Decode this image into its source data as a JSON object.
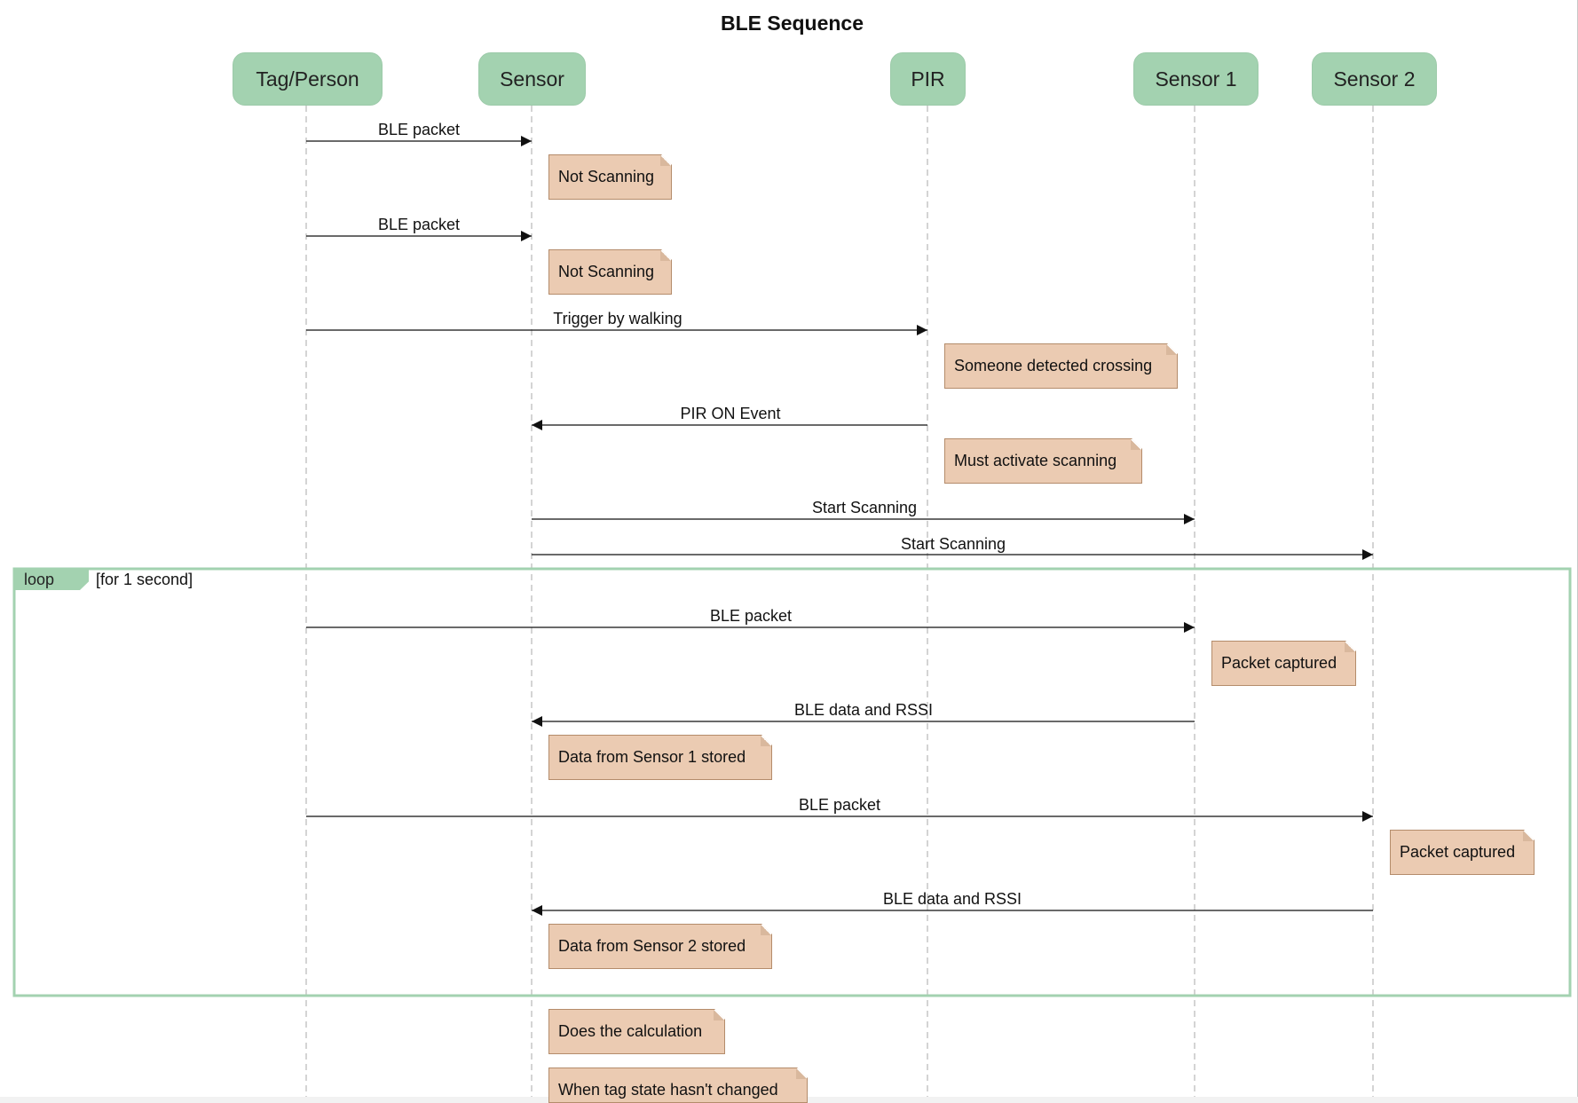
{
  "diagram": {
    "title": "BLE Sequence",
    "participants": [
      {
        "id": "tag",
        "label": "Tag/Person"
      },
      {
        "id": "sensor",
        "label": "Sensor"
      },
      {
        "id": "pir",
        "label": "PIR"
      },
      {
        "id": "sensor1",
        "label": "Sensor 1"
      },
      {
        "id": "sensor2",
        "label": "Sensor 2"
      }
    ],
    "messages": [
      {
        "label": "BLE packet",
        "from": "tag",
        "to": "sensor"
      },
      {
        "label": "BLE packet",
        "from": "tag",
        "to": "sensor"
      },
      {
        "label": "Trigger by walking",
        "from": "tag",
        "to": "pir"
      },
      {
        "label": "PIR ON Event",
        "from": "pir",
        "to": "sensor"
      },
      {
        "label": "Start Scanning",
        "from": "sensor",
        "to": "sensor1"
      },
      {
        "label": "Start Scanning",
        "from": "sensor",
        "to": "sensor2"
      },
      {
        "label": "BLE packet",
        "from": "tag",
        "to": "sensor1"
      },
      {
        "label": "BLE data and RSSI",
        "from": "sensor1",
        "to": "sensor"
      },
      {
        "label": "BLE packet",
        "from": "tag",
        "to": "sensor2"
      },
      {
        "label": "BLE data and RSSI",
        "from": "sensor2",
        "to": "sensor"
      }
    ],
    "notes": [
      {
        "text": "Not Scanning",
        "over": "sensor"
      },
      {
        "text": "Not Scanning",
        "over": "sensor"
      },
      {
        "text": "Someone detected crossing",
        "over": "pir"
      },
      {
        "text": "Must activate scanning",
        "over": "pir"
      },
      {
        "text": "Packet captured",
        "over": "sensor1"
      },
      {
        "text": "Data from Sensor 1 stored",
        "over": "sensor"
      },
      {
        "text": "Packet captured",
        "over": "sensor2"
      },
      {
        "text": "Data from Sensor 2 stored",
        "over": "sensor"
      },
      {
        "text": "Does the calculation",
        "over": "sensor"
      },
      {
        "text": "When tag state hasn't changed",
        "over": "sensor"
      }
    ],
    "loop": {
      "keyword": "loop",
      "condition": "[for 1 second]"
    },
    "colors": {
      "participant": "#a3d2b0",
      "note": "#ebcbb2",
      "loop_border": "#a3d2b0"
    }
  }
}
